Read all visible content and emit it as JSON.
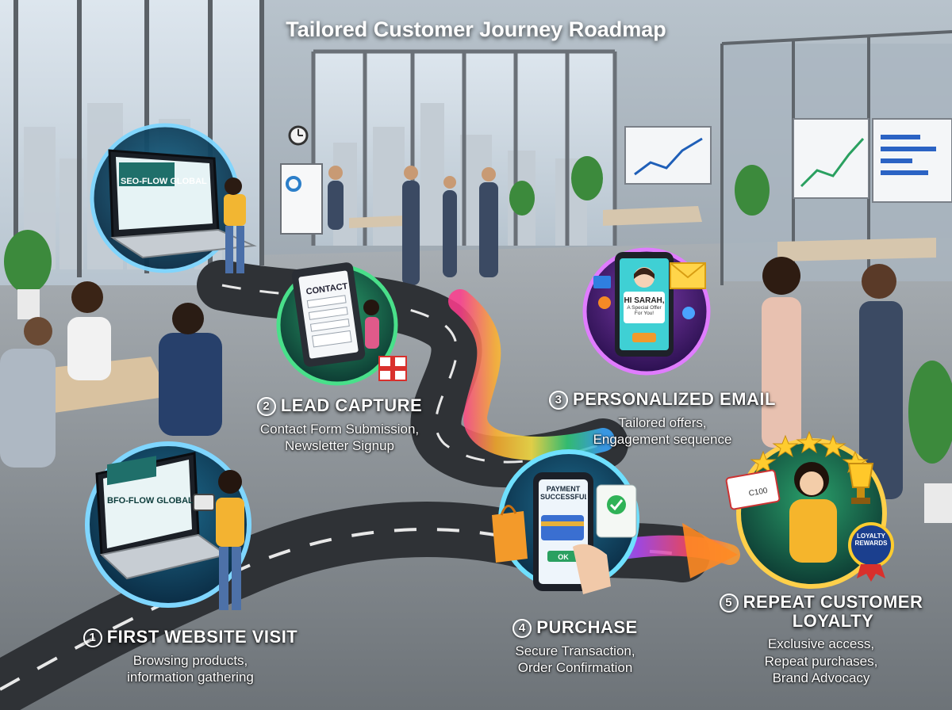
{
  "title": "Tailored Customer Journey Roadmap",
  "steps": [
    {
      "number": "1",
      "title": "FIRST WEBSITE VISIT",
      "description": [
        "Browsing products,",
        "information gathering"
      ]
    },
    {
      "number": "2",
      "title": "LEAD CAPTURE",
      "description": [
        "Contact Form Submission,",
        "Newsletter Signup"
      ]
    },
    {
      "number": "3",
      "title": "PERSONALIZED EMAIL",
      "description": [
        "Tailored offers,",
        "Engagement sequence"
      ]
    },
    {
      "number": "4",
      "title": "PURCHASE",
      "description": [
        "Secure Transaction,",
        "Order Confirmation"
      ]
    },
    {
      "number": "5",
      "title": [
        "REPEAT CUSTOMER",
        "LOYALTY"
      ],
      "description": [
        "Exclusive access,",
        "Repeat purchases,",
        "Brand Advocacy"
      ]
    }
  ],
  "screens": {
    "website_brand_top": "SEO-FLOW GLOBAL",
    "website_brand_bottom": "BFO-FLOW GLOBAL",
    "contact_form_title": "CONTACT",
    "email_greeting": "HI SARAH,",
    "email_offer": "A Special Offer For You!",
    "payment_status": "PAYMENT SUCCESSFUL!",
    "payment_button": "OK",
    "gift_card_value": "C100",
    "loyalty_badge": "LOYALTY REWARDS"
  },
  "colors": {
    "road": "#2f3236",
    "road_stripe": "#e8e8e8",
    "ring_step1": "#7fd6ff",
    "ring_step2": "#49e08a",
    "ring_step3": "#e07cff",
    "ring_step4": "#6fe0ff",
    "ring_step5": "#ffd04a"
  }
}
